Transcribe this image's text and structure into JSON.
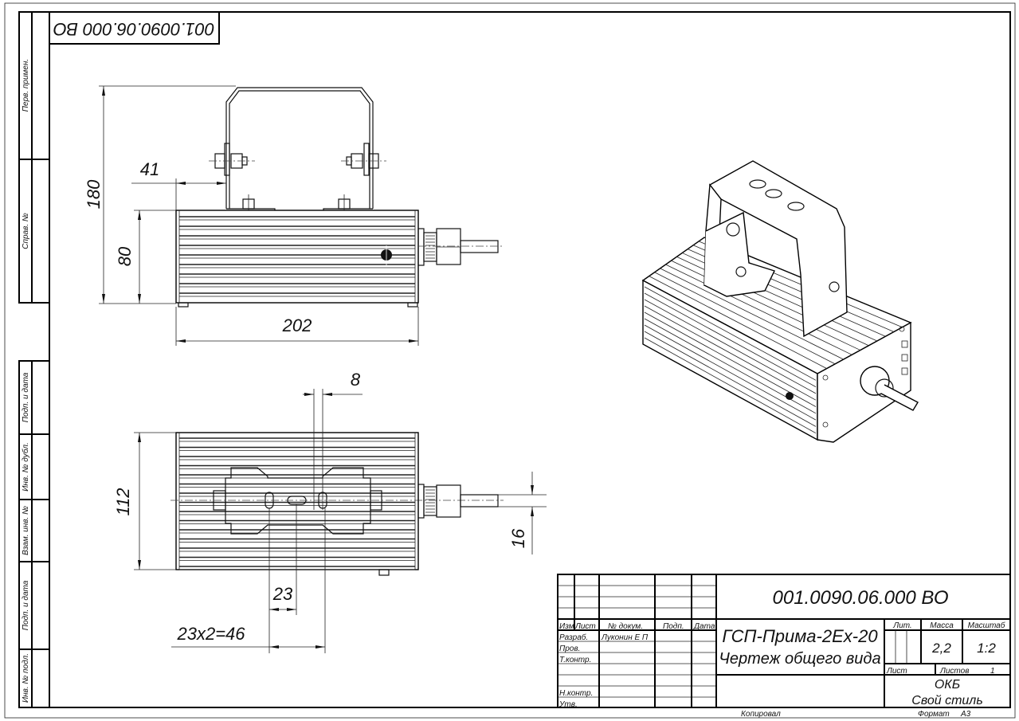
{
  "corner_stamp": "001.0090.06.000 ВО",
  "side_stamps": [
    "Перв. примен.",
    "Справ. №",
    "Подп. и дата",
    "Инв. № дубл.",
    "Взам. инв. №",
    "Подп. и дата",
    "Инв. № подл."
  ],
  "dimensions": {
    "height_total": "180",
    "height_body": "80",
    "offset_bracket": "41",
    "length": "202",
    "width": "112",
    "slot_width": "8",
    "cable_diameter": "16",
    "slot_pitch": "23",
    "slot_span": "23x2=46"
  },
  "title_block": {
    "doc_number": "001.0090.06.000 ВО",
    "name_line1": "ГСП-Прима-2Ex-20",
    "name_line2": "Чертеж общего вида",
    "headers": {
      "izm": "Изм",
      "list": "Лист",
      "doc": "№ докум.",
      "sign": "Подп.",
      "date": "Дата"
    },
    "roles": [
      "Разраб.",
      "Пров.",
      "Т.контр.",
      "Н.контр.",
      "Утв."
    ],
    "developer": "Луконин Е П",
    "lit_label": "Лит.",
    "mass_label": "Масса",
    "scale_label": "Масштаб",
    "mass": "2,2",
    "scale": "1:2",
    "sheet_label": "Лист",
    "sheets_label": "Листов",
    "sheets": "1",
    "org_line1": "ОКБ",
    "org_line2": "Свой стиль",
    "copied": "Копировал",
    "format_label": "Формат",
    "format": "А3"
  }
}
